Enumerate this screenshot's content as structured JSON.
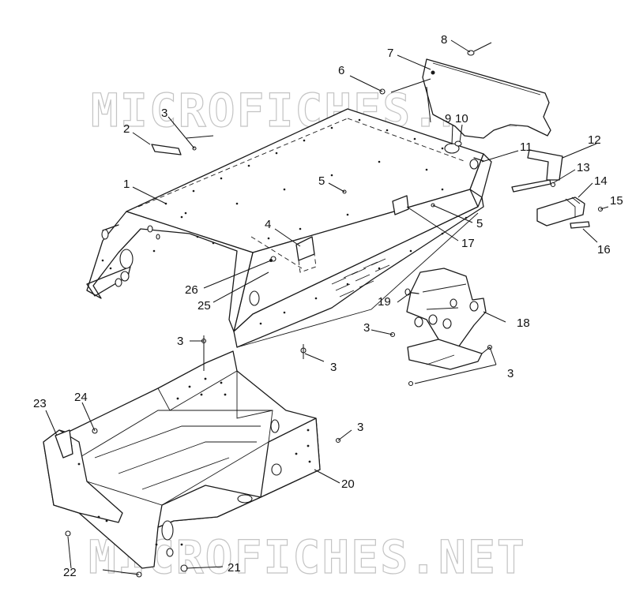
{
  "diagram": {
    "callouts": [
      {
        "id": "c8",
        "text": "8"
      },
      {
        "id": "c7",
        "text": "7"
      },
      {
        "id": "c6",
        "text": "6"
      },
      {
        "id": "c3a",
        "text": "3"
      },
      {
        "id": "c2",
        "text": "2"
      },
      {
        "id": "c9",
        "text": "9"
      },
      {
        "id": "c10",
        "text": "10"
      },
      {
        "id": "c11",
        "text": "11"
      },
      {
        "id": "c12",
        "text": "12"
      },
      {
        "id": "c13",
        "text": "13"
      },
      {
        "id": "c14",
        "text": "14"
      },
      {
        "id": "c15",
        "text": "15"
      },
      {
        "id": "c16",
        "text": "16"
      },
      {
        "id": "c1",
        "text": "1"
      },
      {
        "id": "c5a",
        "text": "5"
      },
      {
        "id": "c5b",
        "text": "5"
      },
      {
        "id": "c17",
        "text": "17"
      },
      {
        "id": "c4",
        "text": "4"
      },
      {
        "id": "c26",
        "text": "26"
      },
      {
        "id": "c25",
        "text": "25"
      },
      {
        "id": "c19",
        "text": "19"
      },
      {
        "id": "c18",
        "text": "18"
      },
      {
        "id": "c3b",
        "text": "3"
      },
      {
        "id": "c3c",
        "text": "3"
      },
      {
        "id": "c3d",
        "text": "3"
      },
      {
        "id": "c3e",
        "text": "3"
      },
      {
        "id": "c3f",
        "text": "3"
      },
      {
        "id": "c24",
        "text": "24"
      },
      {
        "id": "c23",
        "text": "23"
      },
      {
        "id": "c20",
        "text": "20"
      },
      {
        "id": "c22",
        "text": "22"
      },
      {
        "id": "c21",
        "text": "21"
      }
    ],
    "watermarks": [
      "MICROFICHES.NET",
      "MICROFICHES.NET"
    ]
  }
}
